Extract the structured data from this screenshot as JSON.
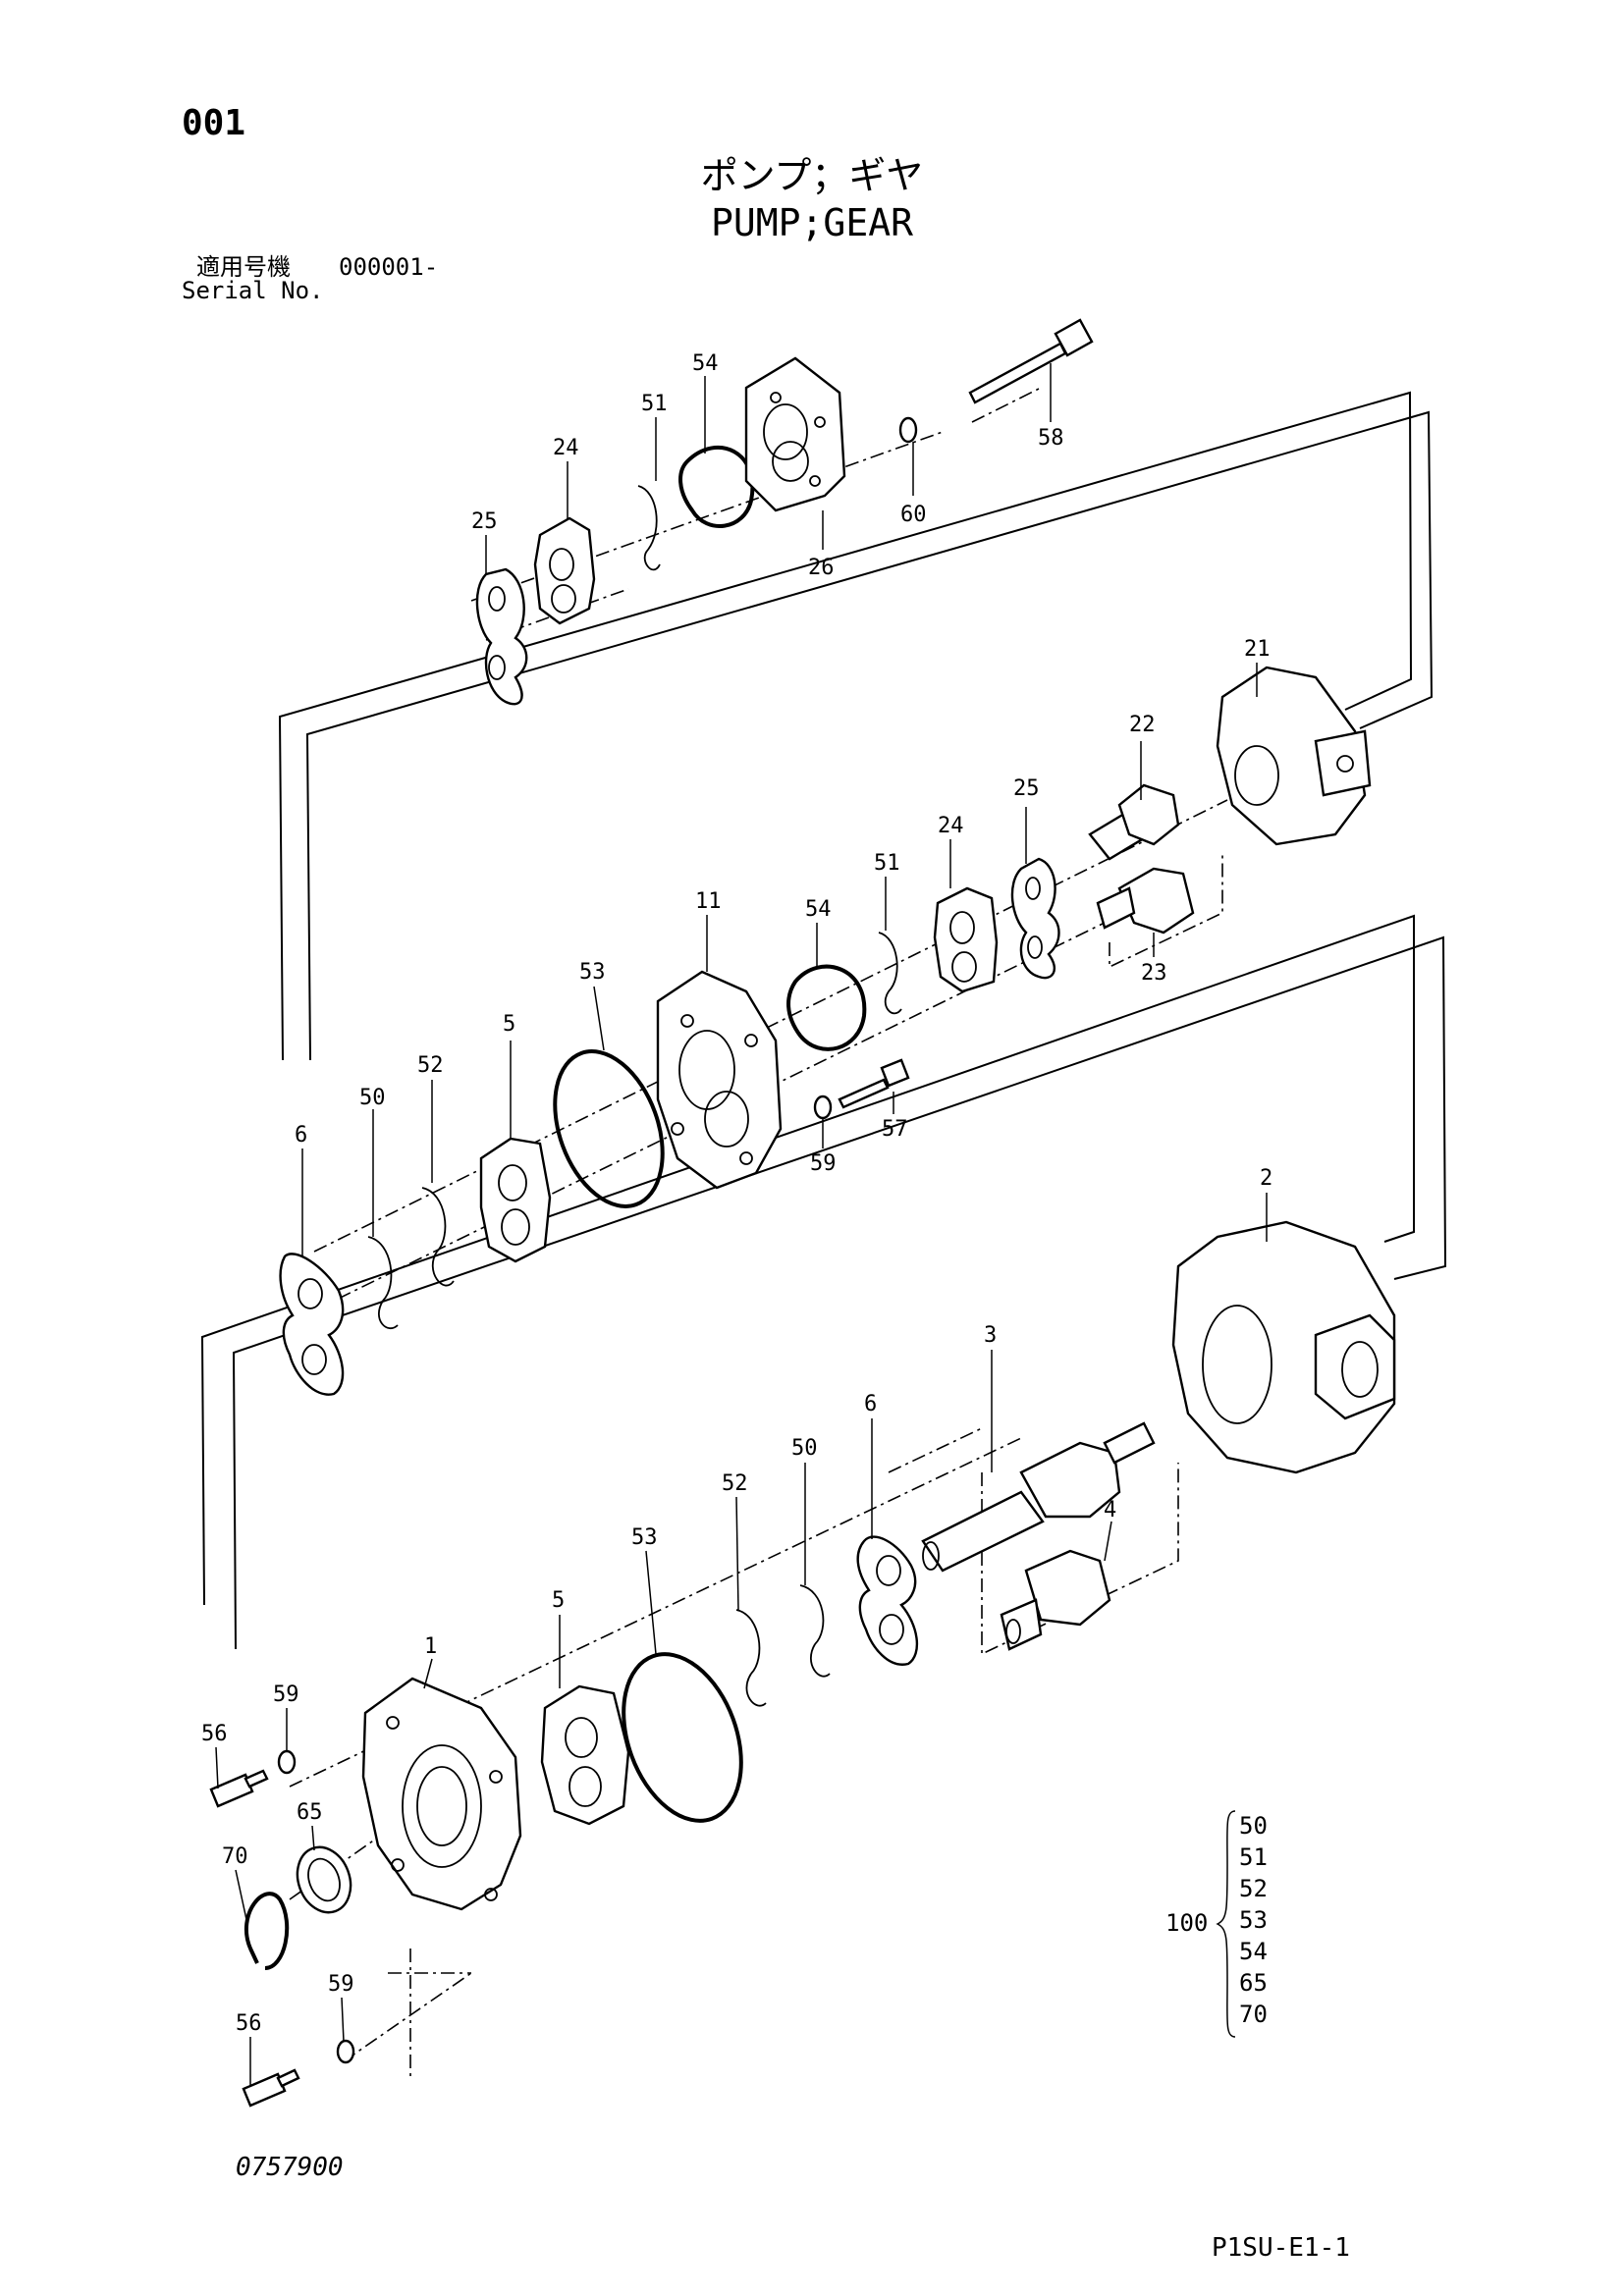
{
  "header": {
    "page_number": "001",
    "title_jp": "ポンプ；ギヤ",
    "title_en": "PUMP;GEAR",
    "serial_label_jp": "適用号機",
    "serial_value": "000001-",
    "serial_label_en": "Serial No."
  },
  "footer": {
    "drawing_code": "0757900",
    "page_code": "P1SU-E1-1"
  },
  "callouts": {
    "c25a": "25",
    "c24a": "24",
    "c51a": "51",
    "c54a": "54",
    "c26": "26",
    "c60": "60",
    "c58": "58",
    "c21": "21",
    "c22": "22",
    "c23": "23",
    "c25b": "25",
    "c24b": "24",
    "c51b": "51",
    "c54b": "54",
    "c11": "11",
    "c53a": "53",
    "c5a": "5",
    "c52a": "52",
    "c50a": "50",
    "c6a": "6",
    "c57": "57",
    "c59a": "59",
    "c2": "2",
    "c3": "3",
    "c6b": "6",
    "c50b": "50",
    "c52b": "52",
    "c53b": "53",
    "c5b": "5",
    "c4": "4",
    "c1": "1",
    "c59b": "59",
    "c56a": "56",
    "c65": "65",
    "c70": "70",
    "c59c": "59",
    "c56b": "56"
  },
  "kit": {
    "number": "100",
    "items": [
      "50",
      "51",
      "52",
      "53",
      "54",
      "65",
      "70"
    ]
  }
}
